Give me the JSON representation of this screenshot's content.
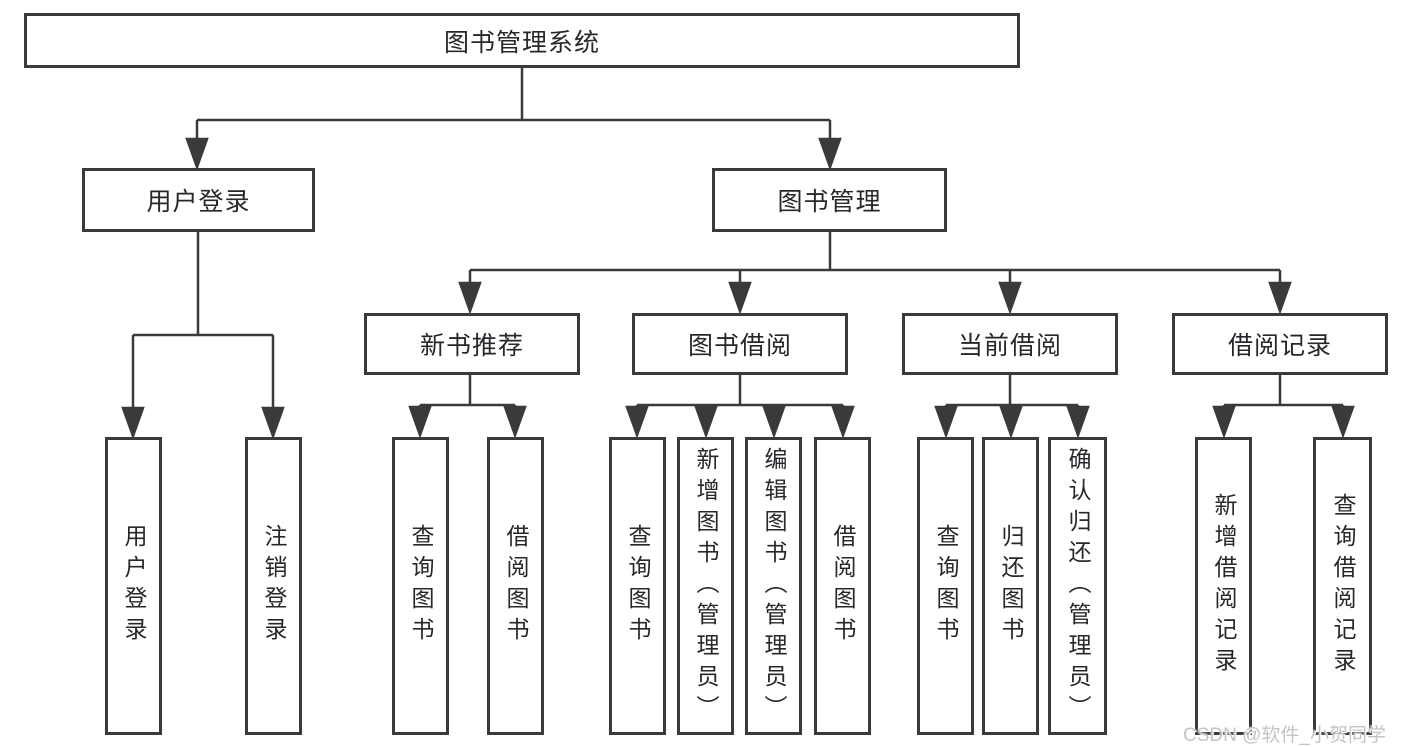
{
  "diagram": {
    "root": {
      "label": "图书管理系统"
    },
    "branches": {
      "user_login": {
        "label": "用户登录",
        "children": [
          "用户登录",
          "注销登录"
        ]
      },
      "book_mgmt": {
        "label": "图书管理",
        "children": {
          "new_books": {
            "label": "新书推荐",
            "children": [
              "查询图书",
              "借阅图书"
            ]
          },
          "borrowing": {
            "label": "图书借阅",
            "children": [
              "查询图书",
              "新增图书（管理员）",
              "编辑图书（管理员）",
              "借阅图书"
            ]
          },
          "current": {
            "label": "当前借阅",
            "children": [
              "查询图书",
              "归还图书",
              "确认归还（管理员）"
            ]
          },
          "records": {
            "label": "借阅记录",
            "children": [
              "新增借阅记录",
              "查询借阅记录"
            ]
          }
        }
      }
    }
  },
  "colors": {
    "line": "#3a3a3a",
    "text": "#26282c",
    "watermark": "#c4c4c4"
  },
  "watermark": "CSDN @软件_小贺同学"
}
